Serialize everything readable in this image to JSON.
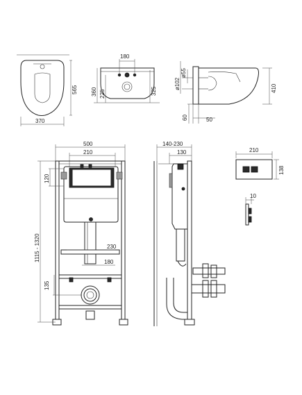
{
  "dimensions": {
    "bowl_length": "565",
    "bowl_width": "370",
    "outlet_spacing": "180",
    "side_height_360": "360",
    "side_height_225": "225",
    "side_height_325": "325",
    "inlet_dia_55": "ø55",
    "outlet_dia_102": "ø102",
    "height_410": "410",
    "offset_60": "60",
    "offset_50": "50",
    "frame_width": "500",
    "cistern_width": "210",
    "frame_height": "1115 - 1320",
    "dim_120": "120",
    "dim_230": "230",
    "dim_180_lower": "180",
    "dim_135": "135",
    "depth_range": "140-230",
    "depth_130": "130",
    "button_width": "210",
    "button_height": "138",
    "button_depth": "10"
  }
}
